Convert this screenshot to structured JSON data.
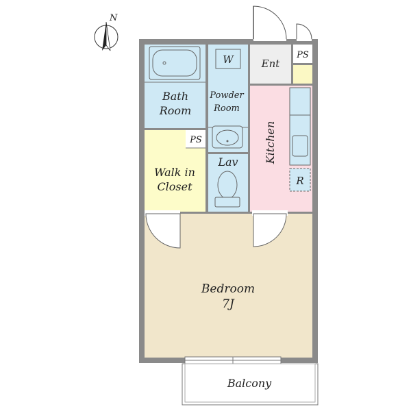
{
  "compass": {
    "label": "N",
    "icon": "north-arrow-icon"
  },
  "rooms": {
    "bath": {
      "line1": "Bath",
      "line2": "Room"
    },
    "powder": {
      "line1": "Powder",
      "line2": "Room"
    },
    "washer_mark": "W",
    "entrance": "Ent",
    "ps_entrance": "PS",
    "ps_closet": "PS",
    "kitchen": "Kitchen",
    "fridge_mark": "R",
    "closet": {
      "line1": "Walk in",
      "line2": "Closet"
    },
    "lavatory": "Lav",
    "bedroom": {
      "name": "Bedroom",
      "size": "7J"
    },
    "balcony": "Balcony"
  },
  "colors": {
    "bath_fill": "#cfe9f5",
    "kitchen_fill": "#fbdde3",
    "closet_fill": "#fdfcc9",
    "bedroom_fill": "#f1e6cb",
    "entrance_fill": "#eeeeee",
    "wall": "#8a8a8a",
    "ps_yellow": "#fbf8c4"
  }
}
